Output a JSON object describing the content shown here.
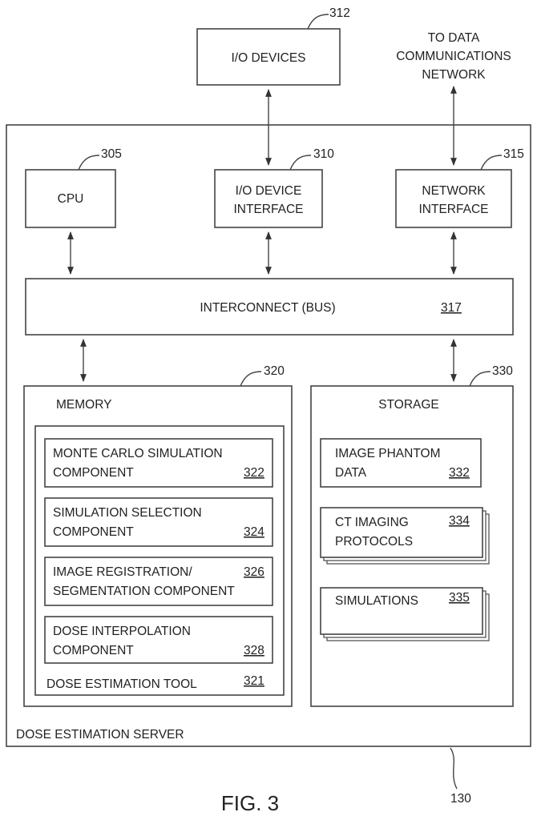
{
  "figure_label": "FIG. 3",
  "io_devices": {
    "label": "I/O DEVICES",
    "ref": "312"
  },
  "network_dest": {
    "line1": "TO DATA",
    "line2": "COMMUNICATIONS",
    "line3": "NETWORK"
  },
  "server": {
    "label": "DOSE ESTIMATION SERVER",
    "ref": "130"
  },
  "cpu": {
    "label": "CPU",
    "ref": "305"
  },
  "io_interface": {
    "line1": "I/O DEVICE",
    "line2": "INTERFACE",
    "ref": "310"
  },
  "network_interface": {
    "line1": "NETWORK",
    "line2": "INTERFACE",
    "ref": "315"
  },
  "bus": {
    "label": "INTERCONNECT (BUS)",
    "ref": "317"
  },
  "memory": {
    "label": "MEMORY",
    "ref": "320",
    "tool_label": "DOSE ESTIMATION TOOL",
    "tool_ref": "321",
    "components": [
      {
        "line1": "MONTE CARLO SIMULATION",
        "line2": "COMPONENT",
        "ref": "322"
      },
      {
        "line1": "SIMULATION SELECTION",
        "line2": "COMPONENT",
        "ref": "324"
      },
      {
        "line1": "IMAGE REGISTRATION/",
        "line2": "SEGMENTATION COMPONENT",
        "ref": "326"
      },
      {
        "line1": "DOSE INTERPOLATION",
        "line2": "COMPONENT",
        "ref": "328"
      }
    ]
  },
  "storage": {
    "label": "STORAGE",
    "ref": "330",
    "items": [
      {
        "line1": "IMAGE PHANTOM",
        "line2": "DATA",
        "ref": "332"
      },
      {
        "line1": "CT IMAGING",
        "line2": "PROTOCOLS",
        "ref": "334"
      },
      {
        "line1": "SIMULATIONS",
        "line2": "",
        "ref": "335"
      }
    ]
  }
}
